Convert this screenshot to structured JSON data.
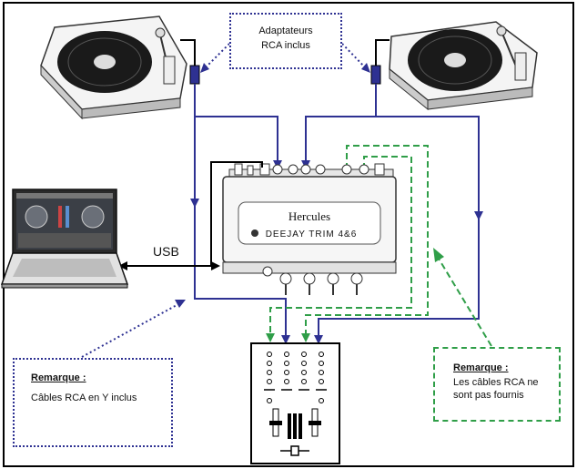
{
  "notes": {
    "rca_adapters": {
      "line1": "Adaptateurs",
      "line2": "RCA inclus"
    },
    "y_cables": {
      "title": "Remarque :",
      "text": "Câbles RCA en Y inclus"
    },
    "not_supplied": {
      "title": "Remarque :",
      "line1": "Les câbles RCA ne",
      "line2": "sont pas fournis"
    }
  },
  "labels": {
    "usb": "USB",
    "brand": "Hercules",
    "model": "DEEJAY TRIM 4&6"
  },
  "colors": {
    "frame": "#000000",
    "blue_cable": "#2e3192",
    "green_cable": "#2f9e48",
    "black_cable": "#000000"
  }
}
